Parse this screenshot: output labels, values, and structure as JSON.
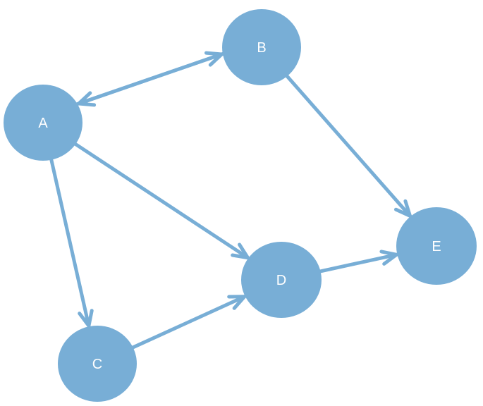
{
  "colors": {
    "node_fill": "#78aed6",
    "edge_stroke": "#78aed6",
    "label_text": "#ffffff",
    "background": "#ffffff"
  },
  "nodes": [
    {
      "id": "A",
      "label": "A"
    },
    {
      "id": "B",
      "label": "B"
    },
    {
      "id": "C",
      "label": "C"
    },
    {
      "id": "D",
      "label": "D"
    },
    {
      "id": "E",
      "label": "E"
    }
  ],
  "edges": [
    {
      "from": "A",
      "to": "B"
    },
    {
      "from": "B",
      "to": "A"
    },
    {
      "from": "A",
      "to": "C"
    },
    {
      "from": "A",
      "to": "D"
    },
    {
      "from": "B",
      "to": "E"
    },
    {
      "from": "C",
      "to": "D"
    },
    {
      "from": "D",
      "to": "E"
    }
  ]
}
